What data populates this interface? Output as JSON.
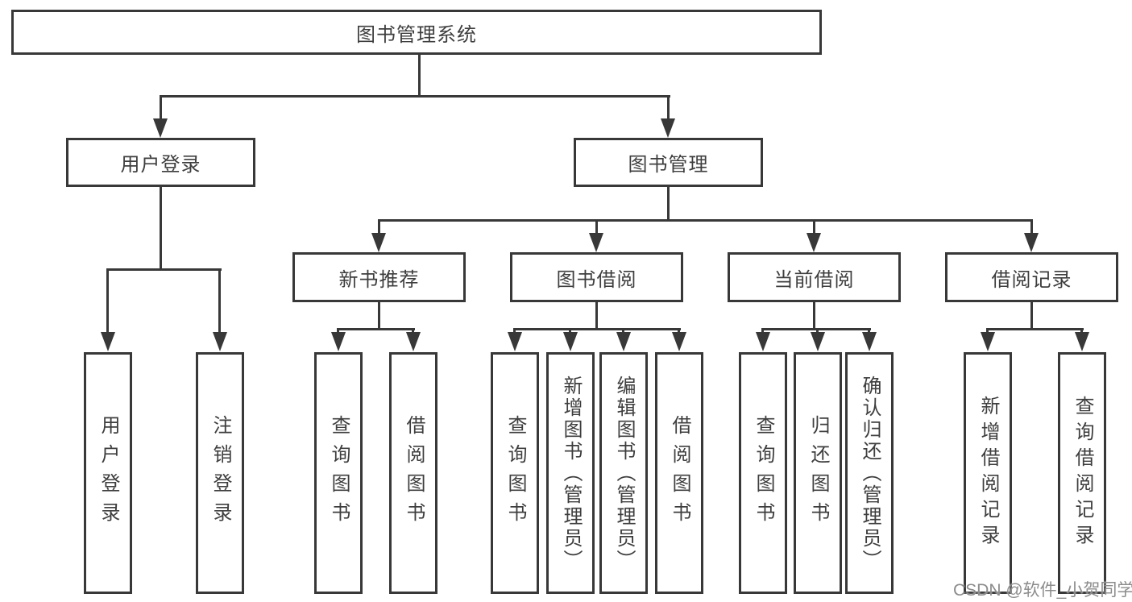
{
  "diagram": {
    "root": "图书管理系统",
    "branches": [
      {
        "label": "用户登录",
        "children": [
          "用户登录",
          "注销登录"
        ]
      },
      {
        "label": "图书管理",
        "children": [
          {
            "label": "新书推荐",
            "children": [
              "查询图书",
              "借阅图书"
            ]
          },
          {
            "label": "图书借阅",
            "children": [
              "查询图书",
              "新增图书（管理员）",
              "编辑图书（管理员）",
              "借阅图书"
            ]
          },
          {
            "label": "当前借阅",
            "children": [
              "查询图书",
              "归还图书",
              "确认归还（管理员）"
            ]
          },
          {
            "label": "借阅记录",
            "children": [
              "新增借阅记录",
              "查询借阅记录"
            ]
          }
        ]
      }
    ]
  },
  "watermark": {
    "text": "CSDN @软件_小贺同学"
  },
  "colors": {
    "line": "#383838",
    "text": "#3e3e3e",
    "watermark": "#8c8c8c",
    "background": "#ffffff"
  }
}
